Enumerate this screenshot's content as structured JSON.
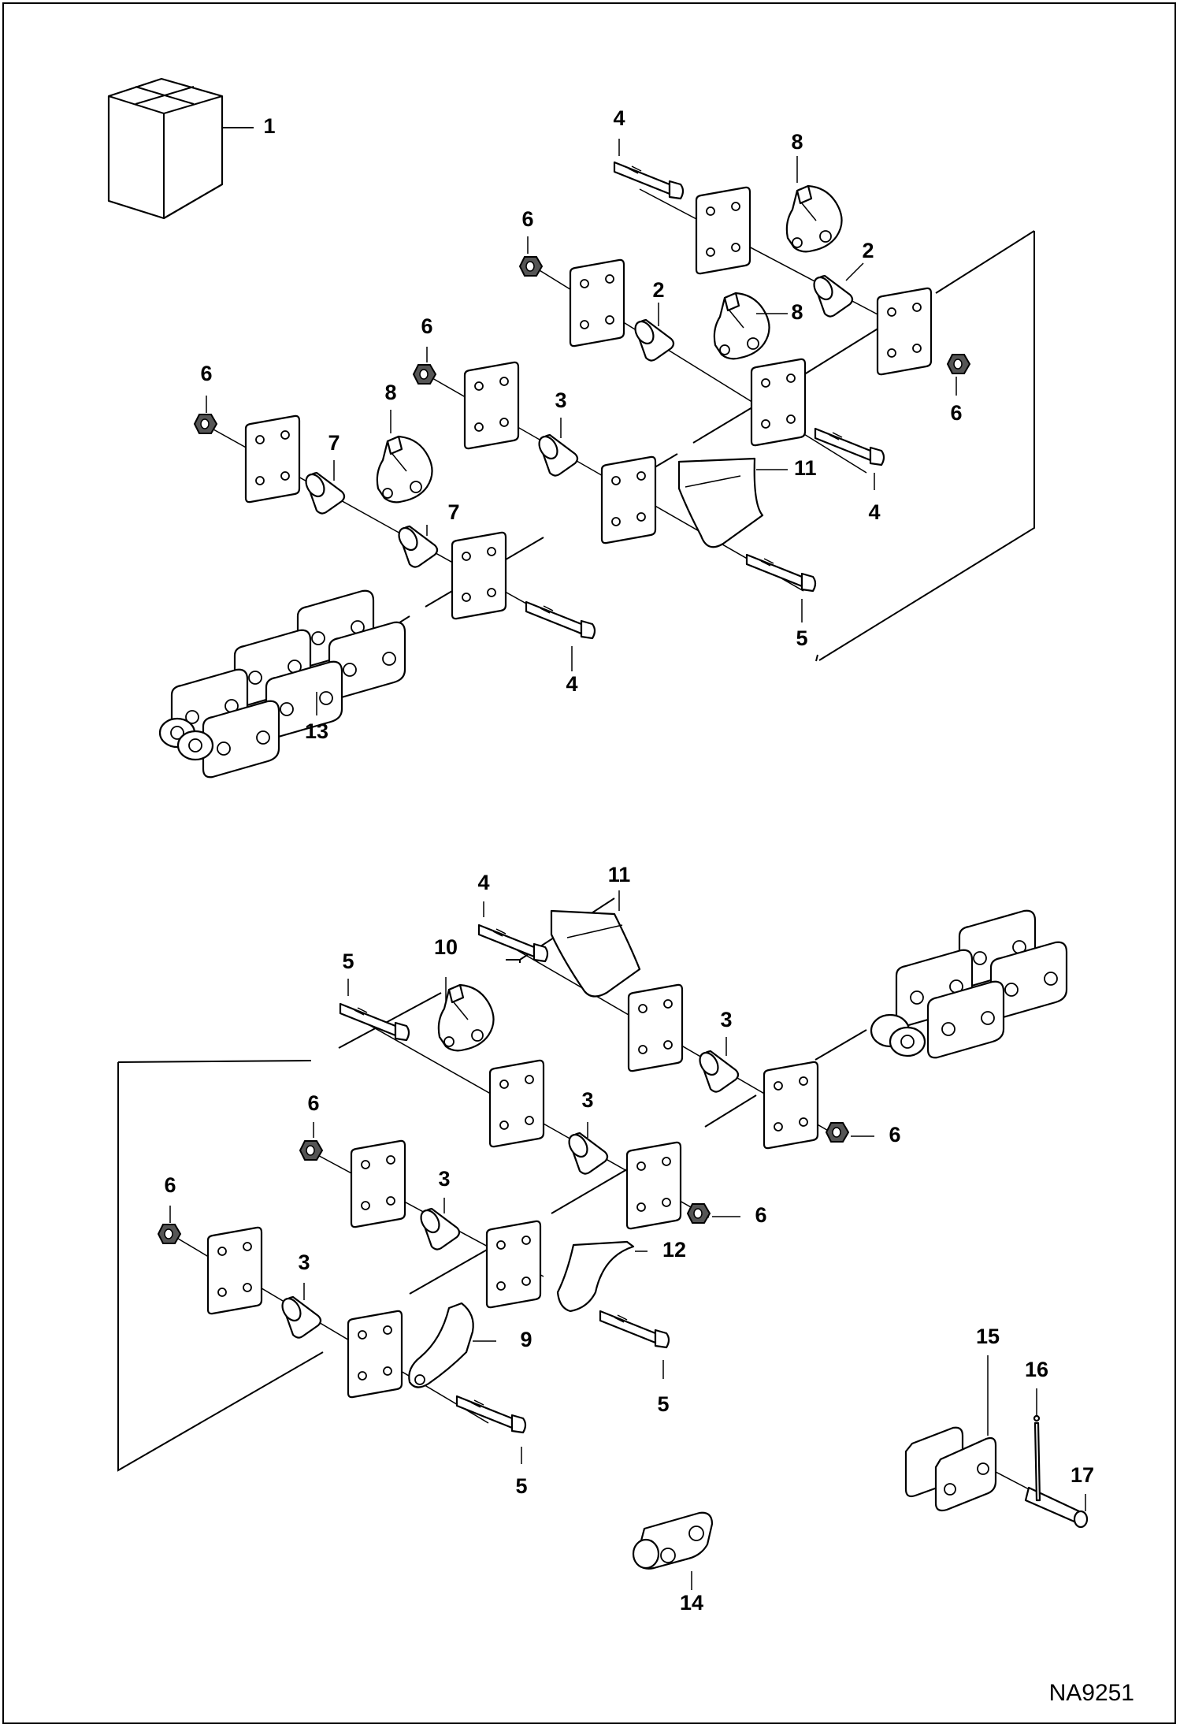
{
  "diagram": {
    "drawing_code": "NA9251",
    "callouts": {
      "c1": "1",
      "c2": "2",
      "c3": "3",
      "c4": "4",
      "c5": "5",
      "c6": "6",
      "c7": "7",
      "c8": "8",
      "c9": "9",
      "c10": "10",
      "c11": "11",
      "c12": "12",
      "c13": "13",
      "c14": "14",
      "c15": "15",
      "c16": "16",
      "c17": "17"
    }
  }
}
